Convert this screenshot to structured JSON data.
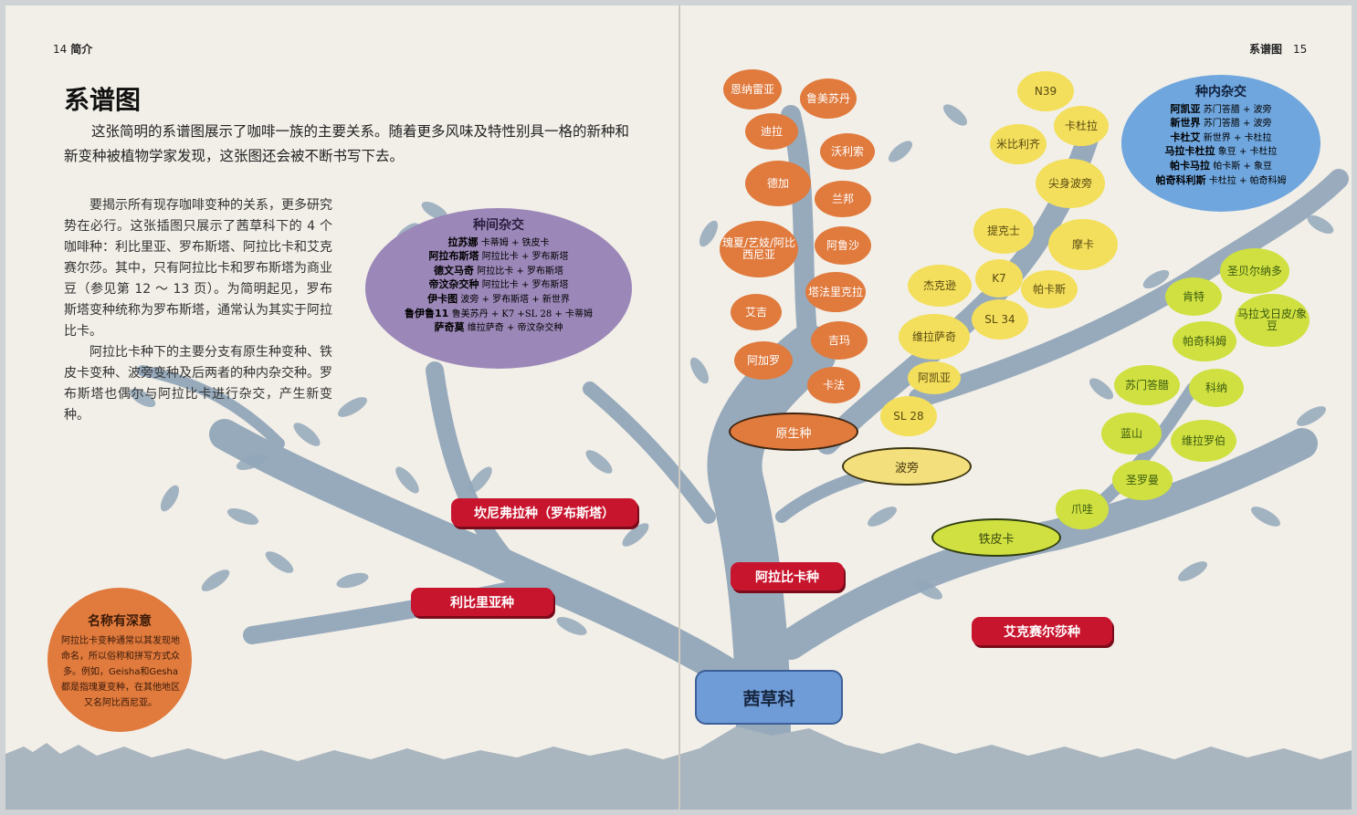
{
  "left_page": {
    "page_number": "14",
    "section": "简介"
  },
  "right_page": {
    "page_number": "15",
    "section": "系谱图"
  },
  "title": "系谱图",
  "intro": "这张简明的系谱图展示了咖啡一族的主要关系。随着更多风味及特性别具一格的新种和新变种被植物学家发现，这张图还会被不断书写下去。",
  "body": [
    "要揭示所有现存咖啡变种的关系，更多研究势在必行。这张插图只展示了茜草科下的 4 个咖啡种：利比里亚、罗布斯塔、阿拉比卡和艾克赛尔莎。其中，只有阿拉比卡和罗布斯塔为商业豆（参见第 12 ～ 13 页）。为简明起见，罗布斯塔变种统称为罗布斯塔，通常认为其实于阿拉比卡。",
    "阿拉比卡种下的主要分支有原生种变种、铁皮卡变种、波旁变种及后两者的种内杂交种。罗布斯塔也偶尔与阿拉比卡进行杂交，产生新变种。"
  ],
  "interspecific": {
    "title": "种间杂交",
    "rows": [
      {
        "name": "拉苏娜",
        "formula": "卡蒂姆 + 铁皮卡"
      },
      {
        "name": "阿拉布斯塔",
        "formula": "阿拉比卡 + 罗布斯塔"
      },
      {
        "name": "德文马奇",
        "formula": "阿拉比卡 + 罗布斯塔"
      },
      {
        "name": "帝汶杂交种",
        "formula": "阿拉比卡 + 罗布斯塔"
      },
      {
        "name": "伊卡图",
        "formula": "波旁 + 罗布斯塔 + 新世界"
      },
      {
        "name": "鲁伊鲁11",
        "formula": "鲁美苏丹 + K7 +SL 28 + 卡蒂姆"
      },
      {
        "name": "萨奇莫",
        "formula": "维拉萨奇 + 帝汶杂交种"
      }
    ]
  },
  "intraspecific": {
    "title": "种内杂交",
    "rows": [
      {
        "name": "阿凯亚",
        "formula": "苏门答腊 + 波旁"
      },
      {
        "name": "新世界",
        "formula": "苏门答腊 + 波旁"
      },
      {
        "name": "卡杜艾",
        "formula": "新世界 + 卡杜拉"
      },
      {
        "name": "马拉卡杜拉",
        "formula": "象豆 + 卡杜拉"
      },
      {
        "name": "帕卡马拉",
        "formula": "帕卡斯 + 象豆"
      },
      {
        "name": "帕奇科利斯",
        "formula": "卡杜拉 + 帕奇科姆"
      }
    ]
  },
  "species": {
    "robusta": "坎尼弗拉种（罗布斯塔）",
    "liberica": "利比里亚种",
    "arabica": "阿拉比卡种",
    "excelsa": "艾克赛尔莎种",
    "family": "茜草科"
  },
  "groups": {
    "heirloom": "原生种",
    "bourbon": "波旁",
    "typica": "铁皮卡"
  },
  "heirloom_varieties": [
    "恩纳雷亚",
    "鲁美苏丹",
    "迪拉",
    "沃利索",
    "德加",
    "兰邦",
    "瑰夏/艺妓/阿比西尼亚",
    "阿鲁沙",
    "塔法里克拉",
    "艾吉",
    "吉玛",
    "阿加罗",
    "卡法"
  ],
  "bourbon_varieties": [
    "N39",
    "卡杜拉",
    "米比利齐",
    "尖身波旁",
    "提克士",
    "摩卡",
    "K7",
    "杰克逊",
    "帕卡斯",
    "SL 34",
    "维拉萨奇",
    "阿凯亚",
    "SL 28"
  ],
  "typica_varieties": [
    "圣贝尔纳多",
    "肯特",
    "马拉戈日皮/象豆",
    "帕奇科姆",
    "苏门答腊",
    "科纳",
    "蓝山",
    "维拉罗伯",
    "圣罗曼",
    "爪哇"
  ],
  "note": {
    "title": "名称有深意",
    "body": "阿拉比卡变种通常以其发现地命名，所以俗称和拼写方式众多。例如，Geisha和Gesha都是指瑰夏变种，在其他地区又名阿比西尼亚。"
  },
  "colors": {
    "page": "#f2efe8",
    "tree": "#8fa4b8",
    "orange": "#e07a3d",
    "yellow": "#f3df5c",
    "green": "#cfe040",
    "red": "#c8152e",
    "purple": "#9b87b8",
    "blue": "#6f9bd6"
  }
}
